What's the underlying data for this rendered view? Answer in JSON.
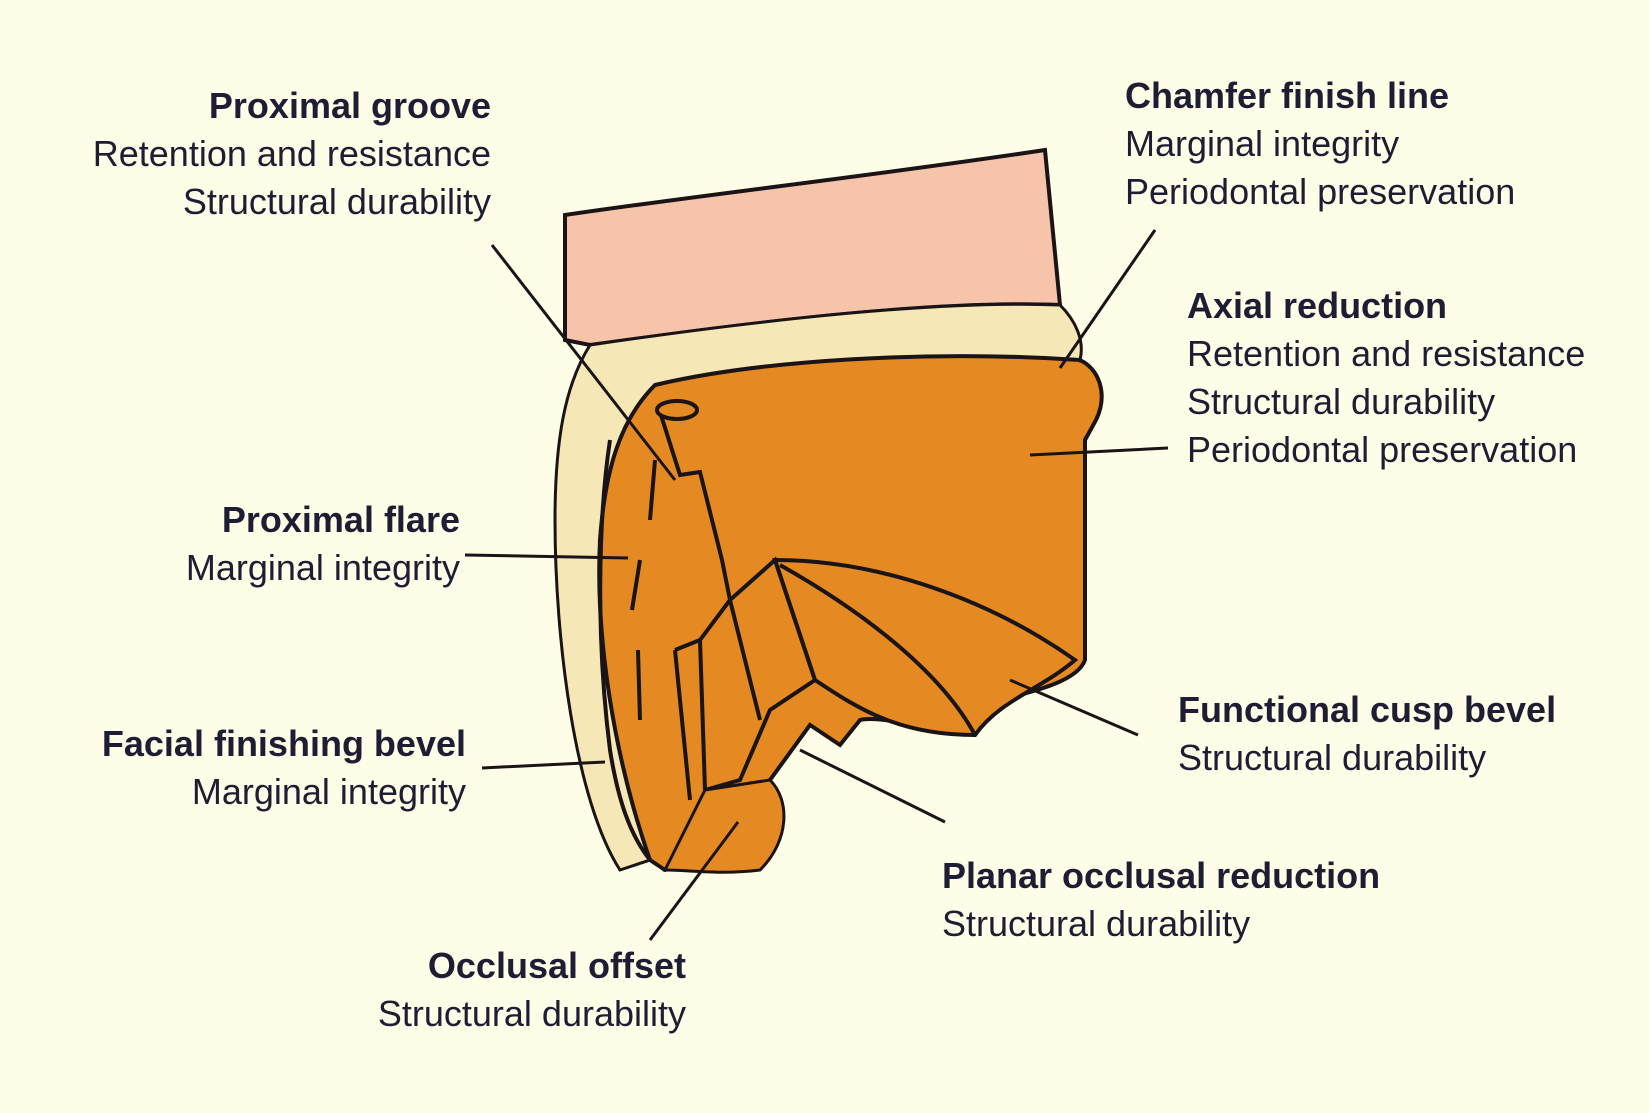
{
  "colors": {
    "background": "#fefde8",
    "gingiva": "#f5c4ab",
    "tooth_structure": "#f6e7b7",
    "preparation": "#e58a22",
    "outline": "#1a1416",
    "text": "#1f1d33"
  },
  "labels": {
    "proximal_groove": {
      "title": "Proximal groove",
      "lines": [
        "Retention and resistance",
        "Structural durability"
      ]
    },
    "chamfer_finish_line": {
      "title": "Chamfer finish line",
      "lines": [
        "Marginal integrity",
        "Periodontal preservation"
      ]
    },
    "axial_reduction": {
      "title": "Axial reduction",
      "lines": [
        "Retention and resistance",
        "Structural durability",
        "Periodontal preservation"
      ]
    },
    "proximal_flare": {
      "title": "Proximal flare",
      "lines": [
        "Marginal integrity"
      ]
    },
    "functional_cusp_bevel": {
      "title": "Functional cusp bevel",
      "lines": [
        "Structural durability"
      ]
    },
    "facial_finishing_bevel": {
      "title": "Facial finishing bevel",
      "lines": [
        "Marginal integrity"
      ]
    },
    "planar_occlusal_reduction": {
      "title": "Planar occlusal reduction",
      "lines": [
        "Structural durability"
      ]
    },
    "occlusal_offset": {
      "title": "Occlusal offset",
      "lines": [
        "Structural durability"
      ]
    }
  }
}
